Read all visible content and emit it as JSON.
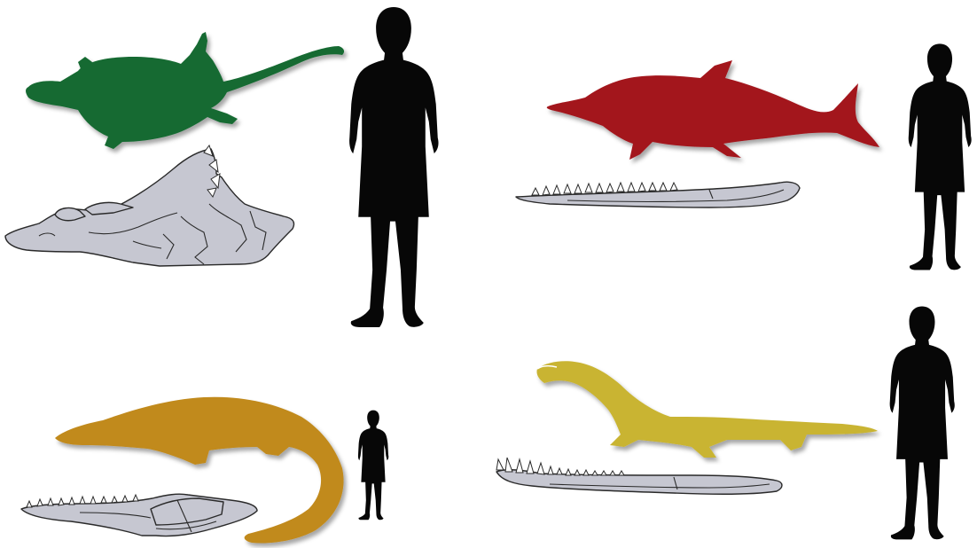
{
  "colors": {
    "background": "#ffffff",
    "turtle": "#176b33",
    "ichthyosaur": "#a3141c",
    "pliosaur": "#c18a1e",
    "plesiosaur": "#c9b431",
    "bone": "#c6c7d1",
    "silhouette": "#070707"
  },
  "panels": [
    {
      "name": "top-left",
      "animal_color": "#176b33",
      "animal_icon": "turtle-silhouette-icon",
      "fossil_icon": "skull-fossil-icon"
    },
    {
      "name": "top-right",
      "animal_color": "#a3141c",
      "animal_icon": "ichthyosaur-silhouette-icon",
      "fossil_icon": "jaw-fossil-icon"
    },
    {
      "name": "bottom-left",
      "animal_color": "#c18a1e",
      "animal_icon": "pliosaur-silhouette-icon",
      "fossil_icon": "jaw-fossil-icon"
    },
    {
      "name": "bottom-right",
      "animal_color": "#c9b431",
      "animal_icon": "plesiosaur-silhouette-icon",
      "fossil_icon": "jaw-fossil-icon"
    }
  ]
}
